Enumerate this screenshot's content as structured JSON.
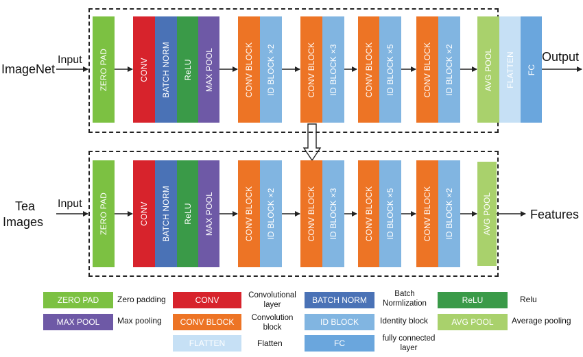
{
  "colors": {
    "zero_pad": "#7cc142",
    "conv": "#d7232c",
    "batch_norm": "#4a72b6",
    "relu": "#3a9a48",
    "max_pool": "#6e59a6",
    "conv_block": "#ed7425",
    "id_block": "#81b5e1",
    "avg_pool": "#a9d16c",
    "flatten": "#c6e0f5",
    "fc": "#6aa6dd"
  },
  "top": {
    "source_label": "ImageNet",
    "input_label": "Input",
    "output_label": "Output",
    "blocks": {
      "zero_pad": "ZERO PAD",
      "conv": "CONV",
      "batch_norm": "BATCH NORM",
      "relu": "ReLU",
      "max_pool": "MAX POOL",
      "conv_block_1": "CONV BLOCK",
      "id_block_1": "ID BLOCK ×2",
      "conv_block_2": "CONV BLOCK",
      "id_block_2": "ID BLOCK ×3",
      "conv_block_3": "CONV BLOCK",
      "id_block_3": "ID BLOCK ×5",
      "conv_block_4": "CONV BLOCK",
      "id_block_4": "ID BLOCK ×2",
      "avg_pool": "AVG POOL",
      "flatten": "FLATTEN",
      "fc": "FC"
    }
  },
  "bottom": {
    "source_label_line1": "Tea",
    "source_label_line2": "Images",
    "input_label": "Input",
    "output_label": "Features",
    "blocks": {
      "zero_pad": "ZERO PAD",
      "conv": "CONV",
      "batch_norm": "BATCH NORM",
      "relu": "ReLU",
      "max_pool": "MAX POOL",
      "conv_block_1": "CONV BLOCK",
      "id_block_1": "ID BLOCK ×2",
      "conv_block_2": "CONV BLOCK",
      "id_block_2": "ID BLOCK ×3",
      "conv_block_3": "CONV BLOCK",
      "id_block_3": "ID BLOCK ×5",
      "conv_block_4": "CONV BLOCK",
      "id_block_4": "ID BLOCK ×2",
      "avg_pool": "AVG POOL"
    }
  },
  "legend": {
    "zero_pad": {
      "label": "ZERO PAD",
      "desc": "Zero padding"
    },
    "conv": {
      "label": "CONV",
      "desc_line1": "Convolutional",
      "desc_line2": "layer"
    },
    "batch_norm": {
      "label": "BATCH NORM",
      "desc_line1": "Batch",
      "desc_line2": "Normlization"
    },
    "relu": {
      "label": "ReLU",
      "desc": "Relu"
    },
    "max_pool": {
      "label": "MAX POOL",
      "desc": "Max pooling"
    },
    "conv_block": {
      "label": "CONV BLOCK",
      "desc_line1": "Convolution",
      "desc_line2": "block"
    },
    "id_block": {
      "label": "ID BLOCK",
      "desc": "Identity block"
    },
    "avg_pool": {
      "label": "AVG POOL",
      "desc": "Average pooling"
    },
    "flatten": {
      "label": "FLATTEN",
      "desc": "Flatten"
    },
    "fc": {
      "label": "FC",
      "desc_line1": "fully connected",
      "desc_line2": "layer"
    }
  }
}
